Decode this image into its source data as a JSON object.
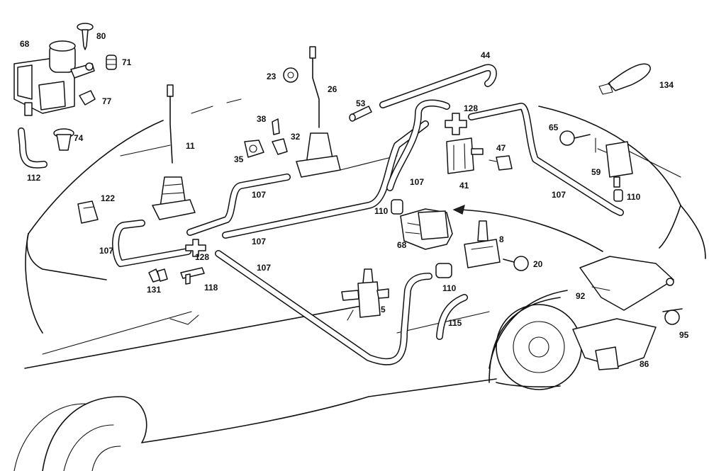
{
  "callouts": {
    "c68a": "68",
    "c80": "80",
    "c71": "71",
    "c77": "77",
    "c74": "74",
    "c112": "112",
    "c11": "11",
    "c23": "23",
    "c26": "26",
    "c38": "38",
    "c32": "32",
    "c35": "35",
    "c44": "44",
    "c53": "53",
    "c128a": "128",
    "c65": "65",
    "c47": "47",
    "c41": "41",
    "c59": "59",
    "c110a": "110",
    "c134": "134",
    "c122": "122",
    "c107a": "107",
    "c107b": "107",
    "c107c": "107",
    "c107d": "107",
    "c107e": "107",
    "c107f": "107",
    "c128b": "128",
    "c131": "131",
    "c118": "118",
    "c110b": "110",
    "c68b": "68",
    "c8": "8",
    "c20": "20",
    "c110c": "110",
    "c5": "5",
    "c115": "115",
    "c92": "92",
    "c95": "95",
    "c86": "86"
  }
}
